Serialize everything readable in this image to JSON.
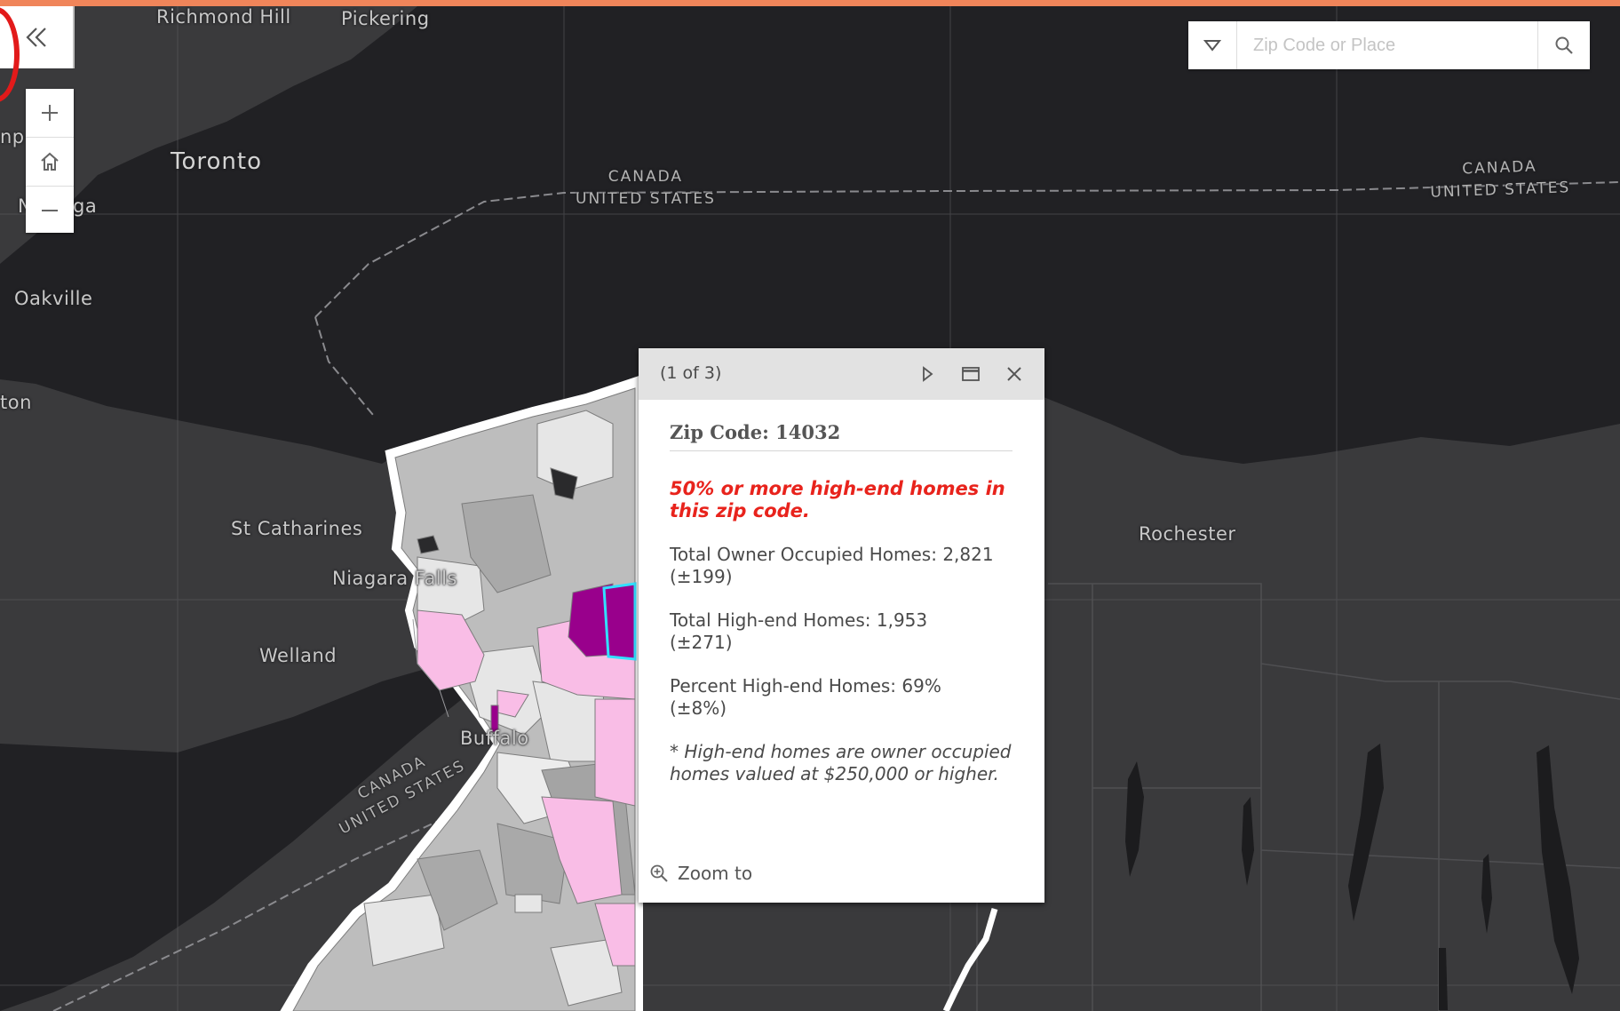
{
  "map": {
    "place_labels": {
      "richmond_hill": "Richmond Hill",
      "pickering": "Pickering",
      "toronto": "Toronto",
      "mississauga_fragment": "N      sauga",
      "oakville": "Oakville",
      "burlington_fragment": "ton",
      "west_fragment": "np",
      "st_catharines": "St Catharines",
      "niagara_falls": "Niagara Falls",
      "welland": "Welland",
      "buffalo": "Buffalo",
      "rochester": "Rochester"
    },
    "border_labels": {
      "canada": "CANADA",
      "united_states": "UNITED STATES"
    }
  },
  "controls": {
    "collapse_icon": "double-chevron-left-icon",
    "zoom_in_icon": "plus-icon",
    "home_icon": "home-icon",
    "zoom_out_icon": "minus-icon"
  },
  "search": {
    "placeholder": "Zip Code or Place",
    "value": ""
  },
  "popup": {
    "pager": "(1 of 3)",
    "title": "Zip Code: 14032",
    "highlight": "50% or more high-end homes in this zip code.",
    "stats": [
      {
        "label": "Total Owner Occupied Homes: 2,821",
        "moe": "(±199)"
      },
      {
        "label": "Total High-end Homes: 1,953",
        "moe": "(±271)"
      },
      {
        "label": "Percent High-end Homes: 69%",
        "moe": "(±8%)"
      }
    ],
    "note": "* High-end homes are owner occupied homes valued at $250,000 or higher.",
    "zoom_to": "Zoom to"
  },
  "colors": {
    "accent": "#f0855a",
    "water": "#212124",
    "land": "#3a3a3c",
    "zip_gray": "#b8b8b8",
    "zip_light": "#e6e6e6",
    "zip_pink": "#f9bde6",
    "zip_magenta": "#99008c",
    "selected_outline": "#32e0ff",
    "highlight_red": "#e8231c"
  }
}
